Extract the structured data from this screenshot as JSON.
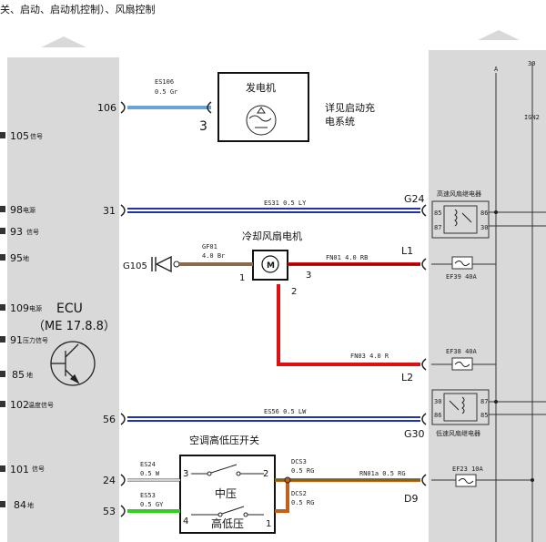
{
  "header": {
    "title": "关、启动、启动机控制）、风扇控制"
  },
  "ecu": {
    "name": "ECU",
    "model": "（ME 17.8.8）",
    "left_pins": [
      {
        "num": "105",
        "label": "信号"
      },
      {
        "num": "98",
        "label": "电源"
      },
      {
        "num": "93",
        "label": "信号"
      },
      {
        "num": "95",
        "label": "地"
      },
      {
        "num": "109",
        "label": "电源"
      },
      {
        "num": "91",
        "label": "压力信号"
      },
      {
        "num": "85",
        "label": "地"
      },
      {
        "num": "102",
        "label": "温度信号"
      },
      {
        "num": "101",
        "label": "信号"
      },
      {
        "num": "84",
        "label": "地"
      }
    ],
    "right_pins": [
      "106",
      "31",
      "56",
      "24",
      "53"
    ]
  },
  "generator": {
    "title": "发电机",
    "pin": "3",
    "note_line1": "详见启动充",
    "note_line2": "电系统"
  },
  "fan_motor": {
    "title": "冷却风扇电机",
    "motor_symbol": "M",
    "pin1": "1",
    "pin2": "2",
    "pin3": "3",
    "ground_label": "G105"
  },
  "ac_switch": {
    "title": "空调高低压开关",
    "mid_label": "中压",
    "hl_label": "高低压",
    "pin1": "1",
    "pin2": "2",
    "pin3": "3",
    "pin4": "4"
  },
  "wires": {
    "es106_code": "ES106",
    "es106_spec": "0.5 Gr",
    "es31": "ES31  0.5 LY",
    "gf01_code": "GF01",
    "gf01_spec": "4.0 Br",
    "fn01": "FN01  4.0 RB",
    "fn03": "FN03  4.0 R",
    "es56": "ES56  0.5 LW",
    "es24_code": "ES24",
    "es24_spec": "0.5 W",
    "es53_code": "ES53",
    "es53_spec": "0.5 GY",
    "dcs3_code": "DCS3",
    "dcs3_spec": "0.5 RG",
    "dcs2_code": "DCS2",
    "dcs2_spec": "0.5 RG",
    "rn01a": "RN01a  0.5 RG"
  },
  "connectors": {
    "g24": "G24",
    "l1": "L1",
    "l2": "L2",
    "g30": "G30",
    "d9": "D9"
  },
  "relay_box": {
    "col_a": "A",
    "col_30": "30",
    "ign2": "IGN2",
    "high_relay": "高速风扇继电器",
    "low_relay": "低速风扇继电器",
    "high_pins": [
      "85",
      "86",
      "87",
      "30"
    ],
    "low_pins": [
      "30",
      "87",
      "86",
      "85"
    ],
    "fuse_ef39": "EF39  40A",
    "fuse_ef38": "EF38  40A",
    "fuse_ef23": "EF23  10A"
  },
  "colors": {
    "blue_wire": "#2233aa",
    "red_wire": "#dd1111",
    "brown_wire": "#8a6a4a",
    "green_wire": "#33cc22",
    "gray_wire": "#6aa3d8",
    "panel": "#d9d9d9"
  }
}
